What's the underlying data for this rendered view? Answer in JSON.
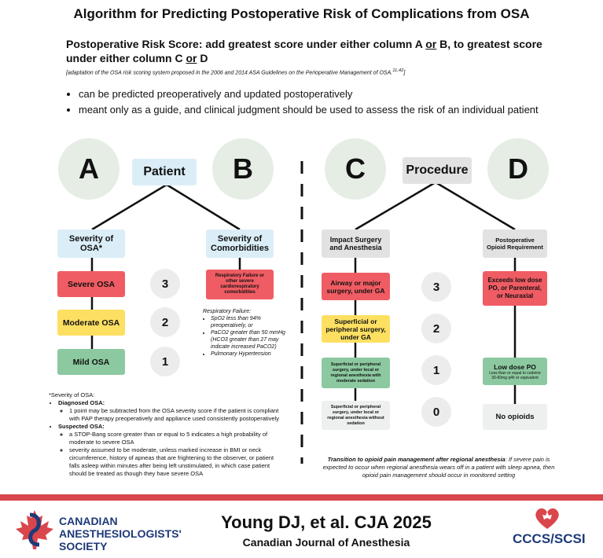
{
  "title": "Algorithm for Predicting Postoperative Risk of Complications from OSA",
  "score": {
    "line1a": "Postoperative Risk Score: add greatest score under either column A ",
    "or1": "or",
    "line1b": " B, to greatest score",
    "line2a": "under either column C ",
    "or2": "or",
    "line2b": " D",
    "adaptation": "[adaptation of the OSA risk scoring system proposed in the 2006 and 2014 ASA Guidelines on the Perioperative Management of OSA.",
    "adaptation_ref": "11,42",
    "adaptation_end": "]"
  },
  "bullets": [
    "can be predicted preoperatively and updated postoperatively",
    "meant only as a guide, and clinical judgment should be used to assess the risk of an individual patient"
  ],
  "left": {
    "letter_a": "A",
    "letter_b": "B",
    "header": "Patient",
    "severity_title": "Severity of OSA*",
    "comorb_title": "Severity of Comorbidities",
    "severe": "Severe OSA",
    "moderate": "Moderate OSA",
    "mild": "Mild OSA",
    "resp_box": "Respiratory Failure or other severe cardiorespiratory comorbidities",
    "resp_note_title": "Respiratory Failure:",
    "resp_note_items": [
      "SpO2 less than 94% preoperatively, or",
      "PaCO2 greater than 50 mmHg (HCO3 greater than 27 may indicate increased PaCO2)",
      "Pulmonary Hypertension"
    ],
    "scores": [
      "3",
      "2",
      "1"
    ]
  },
  "right": {
    "letter_c": "C",
    "letter_d": "D",
    "header": "Procedure",
    "impact_title": "Impact Surgery and Anesthesia",
    "opioid_title": "Postoperative Opioid Requirement",
    "c3": "Airway or major surgery, under GA",
    "c2": "Superficial or peripheral surgery, under GA",
    "c1": "Superficial or peripheral surgery, under local or regional anesthesia with moderate sedation",
    "c0": "Superficial or peripheral surgery, under local or regional anesthesia without sedation",
    "d3": "Exceeds low dose PO, or Parenteral, or Neuraxial",
    "d1_title": "Low dose PO",
    "d1_sub": "Less than or equal to codeine 30-60mg q4h or equivalent",
    "d0": "No opioids",
    "scores": [
      "3",
      "2",
      "1",
      "0"
    ]
  },
  "osa_note": {
    "heading": "*Severity of OSA:",
    "diagnosed": "Diagnosed OSA:",
    "diagnosed_item": "1 point may be subtracted from the OSA severity score if the patient is compliant with PAP therapy preoperatively and appliance used consistently postoperatively",
    "suspected": "Suspected OSA:",
    "suspected_items": [
      "a STOP-Bang score greater than or equal to 5 indicates a high probability of moderate to severe OSA",
      "severity assumed to be moderate, unless marked increase in BMI or neck circumference, history of apneas that are frightening to the observer, or patient falls asleep within minutes after being left unstimulated, in which case patient should be treated as though they have severe OSA"
    ]
  },
  "transition": {
    "lead": "Transition to opioid pain management after regional anesthesia",
    "text": ": If severe pain is expected to occur when regional anesthesia wears off in a patient with sleep apnea, then opioid pain management should occur in  monitored setting"
  },
  "footer": {
    "citation": "Young DJ, et al. CJA 2025",
    "journal": "Canadian Journal of Anesthesia",
    "cas_line1": "CANADIAN",
    "cas_line2": "ANESTHESIOLOGISTS'",
    "cas_line3": "SOCIETY",
    "cccs": "CCCS/SCSI"
  },
  "colors": {
    "red": "#f05c63",
    "yellow": "#fde062",
    "green": "#8cc9a0",
    "blue": "#dbeef8",
    "footer_bar": "#d9464c",
    "brand_blue": "#1f3a78"
  }
}
